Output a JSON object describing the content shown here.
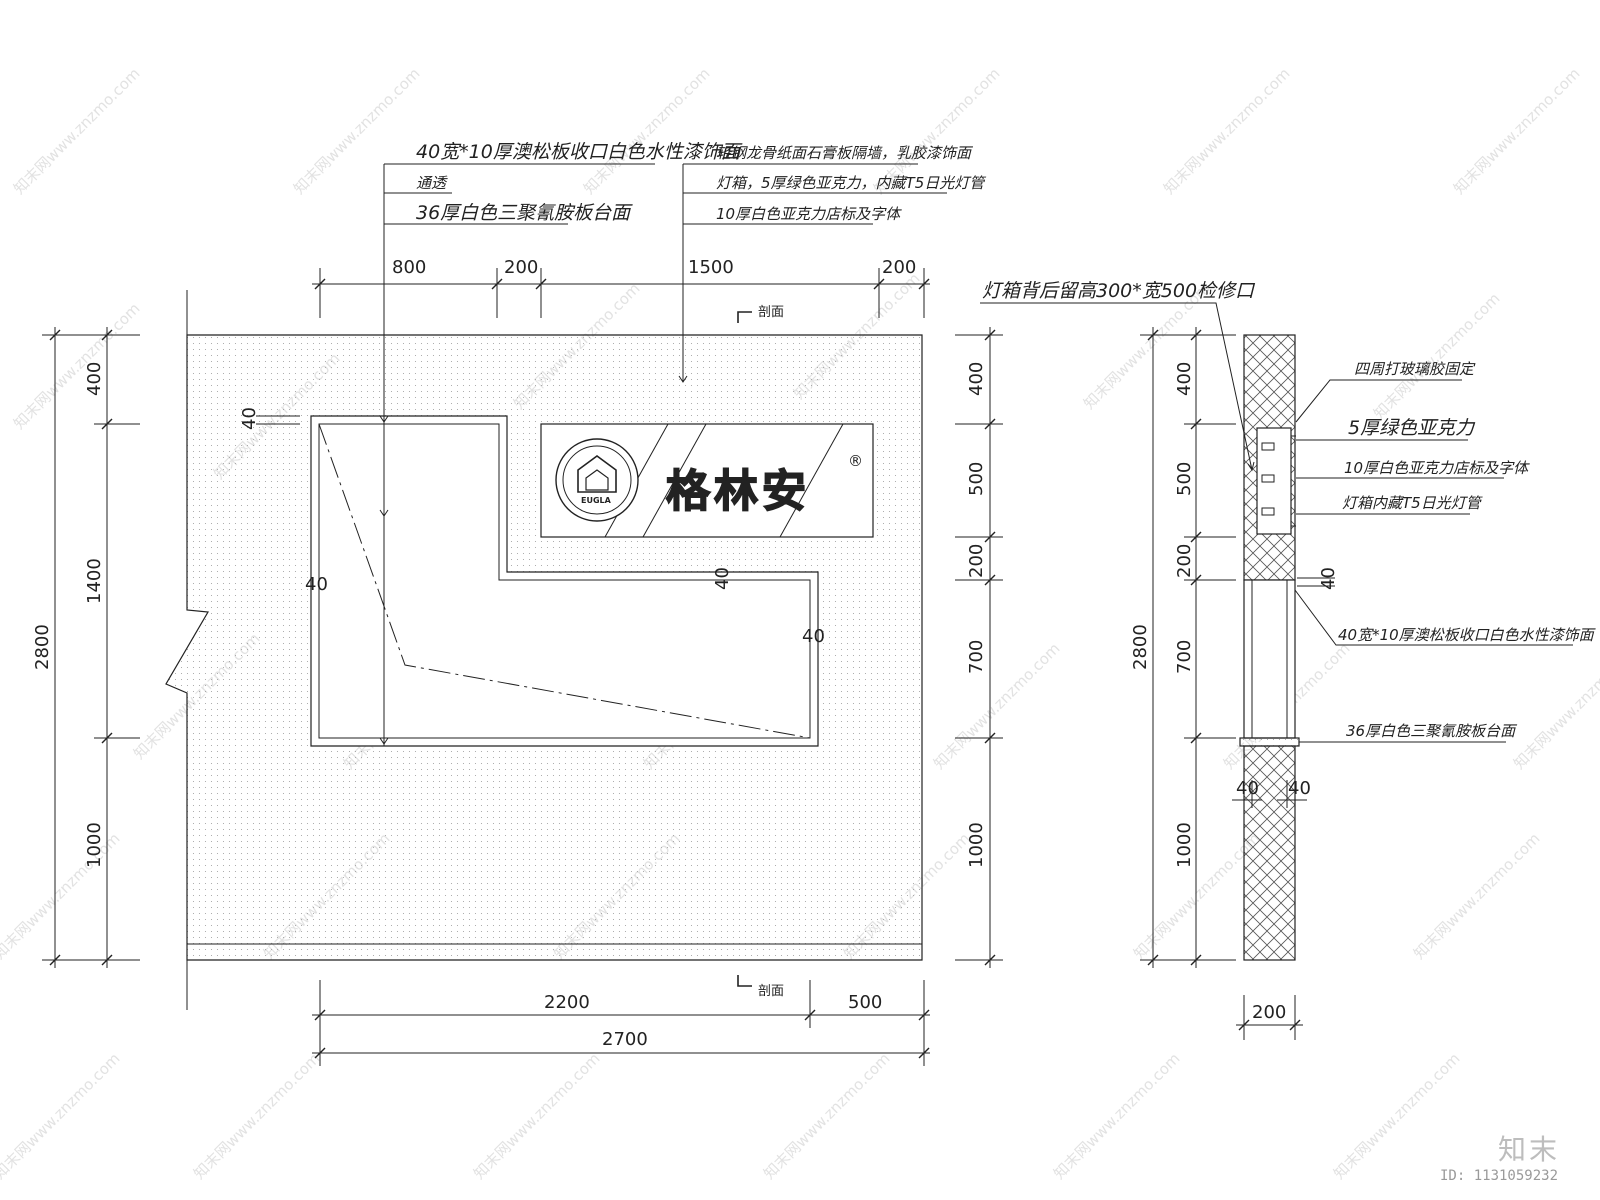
{
  "elevation": {
    "top_dims": [
      "800",
      "200",
      "1500",
      "200"
    ],
    "bottom_dims": [
      "2200",
      "500",
      "2700"
    ],
    "left_dims": [
      "400",
      "1400",
      "1000",
      "2800"
    ],
    "right_dims": [
      "400",
      "500",
      "200",
      "700",
      "1000"
    ],
    "small_dims": [
      "40",
      "40",
      "40",
      "40"
    ],
    "section_mark": "剖面",
    "callouts_left": [
      "40宽*10厚澳松板收口白色水性漆饰面",
      "通透",
      "36厚白色三聚氰胺板台面"
    ],
    "callouts_right": [
      "轻钢龙骨纸面石膏板隔墙，乳胶漆饰面",
      "灯箱，5厚绿色亚克力，内藏T5日光灯管",
      "10厚白色亚克力店标及字体"
    ],
    "logo_text": "格林安",
    "logo_sub": "EUGLA",
    "registered": "®"
  },
  "section": {
    "top_note": "灯箱背后留高300*宽500检修口",
    "notes": [
      "四周打玻璃胶固定",
      "5厚绿色亚克力",
      "10厚白色亚克力店标及字体",
      "灯箱内藏T5日光灯管",
      "40宽*10厚澳松板收口白色水性漆饰面",
      "36厚白色三聚氰胺板台面"
    ],
    "dims_v": [
      "400",
      "500",
      "200",
      "700",
      "1000",
      "2800"
    ],
    "dims_small": [
      "40",
      "40",
      "40"
    ],
    "width_dim": "200"
  },
  "watermark": "知末网www.znzmo.com",
  "brand": "知末",
  "id_label": "ID: 1131059232",
  "colors": {
    "line": "#222222",
    "watermark": "#e2e2e2",
    "hatch": "#555555"
  }
}
